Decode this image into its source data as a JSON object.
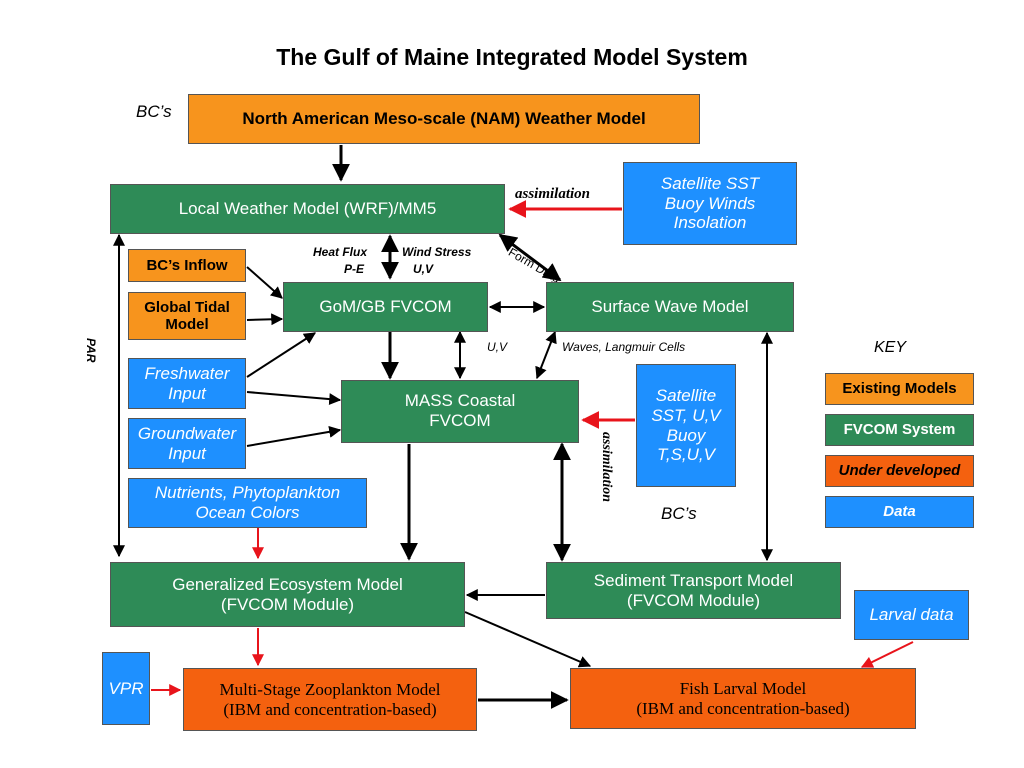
{
  "title": "The Gulf of Maine Integrated Model System",
  "labels": {
    "bcs_top": "BC’s",
    "bcs_mid": "BC’s",
    "assimilation_top": "assimilation",
    "assimilation_right": "assimilation",
    "form_drag": "Form Drag",
    "heat_flux": "Heat Flux",
    "p_e": "P-E",
    "wind_stress": "Wind Stress",
    "uv_wind": "U,V",
    "uv_mid": "U,V",
    "waves": "Waves, Langmuir Cells",
    "par": "PAR",
    "key": "KEY"
  },
  "boxes": {
    "nam": "North American Meso-scale (NAM) Weather Model",
    "wrf": "Local Weather Model (WRF)/MM5",
    "sat_sst": [
      "Satellite SST",
      "Buoy Winds",
      "Insolation"
    ],
    "bcs_inflow": "BC’s Inflow",
    "global_tidal": [
      "Global Tidal",
      "Model"
    ],
    "gom_fvcom": "GoM/GB FVCOM",
    "surface_wave": "Surface Wave Model",
    "freshwater": [
      "Freshwater",
      "Input"
    ],
    "groundwater": [
      "Groundwater",
      "Input"
    ],
    "mass_coastal": [
      "MASS Coastal",
      "FVCOM"
    ],
    "sat_sst_uv": [
      "Satellite",
      "SST, U,V",
      "Buoy",
      "T,S,U,V"
    ],
    "nutrients": [
      "Nutrients, Phytoplankton",
      "Ocean Colors"
    ],
    "ecosystem": [
      "Generalized Ecosystem Model",
      "(FVCOM Module)"
    ],
    "sediment": [
      "Sediment Transport Model",
      "(FVCOM Module)"
    ],
    "larval_data": "Larval data",
    "vpr": "VPR",
    "zooplankton": [
      "Multi-Stage Zooplankton Model",
      "(IBM and concentration-based)"
    ],
    "fish_larval": [
      "Fish Larval Model",
      "(IBM and concentration-based)"
    ]
  },
  "key": {
    "existing": "Existing Models",
    "fvcom": "FVCOM System",
    "under": "Under developed",
    "data": "Data"
  },
  "colors": {
    "existing": "#f7941d",
    "fvcom": "#2e8b57",
    "under": "#f4610f",
    "data": "#1e90ff",
    "arrow": "#000000",
    "assim_arrow": "#e8141b"
  }
}
